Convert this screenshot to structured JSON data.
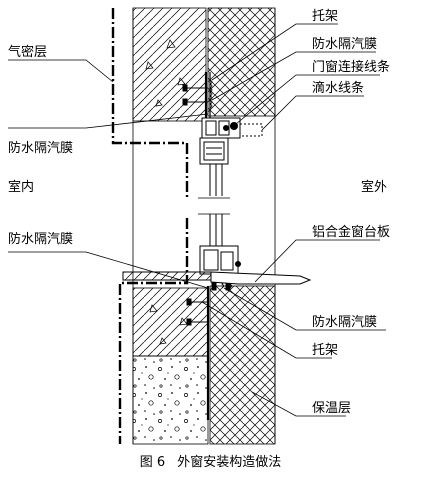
{
  "labels": {
    "bracket_top": "托架",
    "vapor_barrier_top_right": "防水隔汽膜",
    "window_joint_strip": "门窗连接线条",
    "drip_strip": "滴水线条",
    "air_tight_layer": "气密层",
    "vapor_barrier_left_upper": "防水隔汽膜",
    "indoor": "室内",
    "outdoor": "室外",
    "vapor_barrier_left_lower": "防水隔汽膜",
    "aluminum_sill": "铝合金窗台板",
    "vapor_barrier_bottom_right": "防水隔汽膜",
    "bracket_bottom": "托架",
    "insulation_layer": "保温层"
  },
  "caption": {
    "number": "图 6",
    "title": "外窗安装构造做法"
  },
  "colors": {
    "line": "#000000",
    "background": "#ffffff"
  }
}
